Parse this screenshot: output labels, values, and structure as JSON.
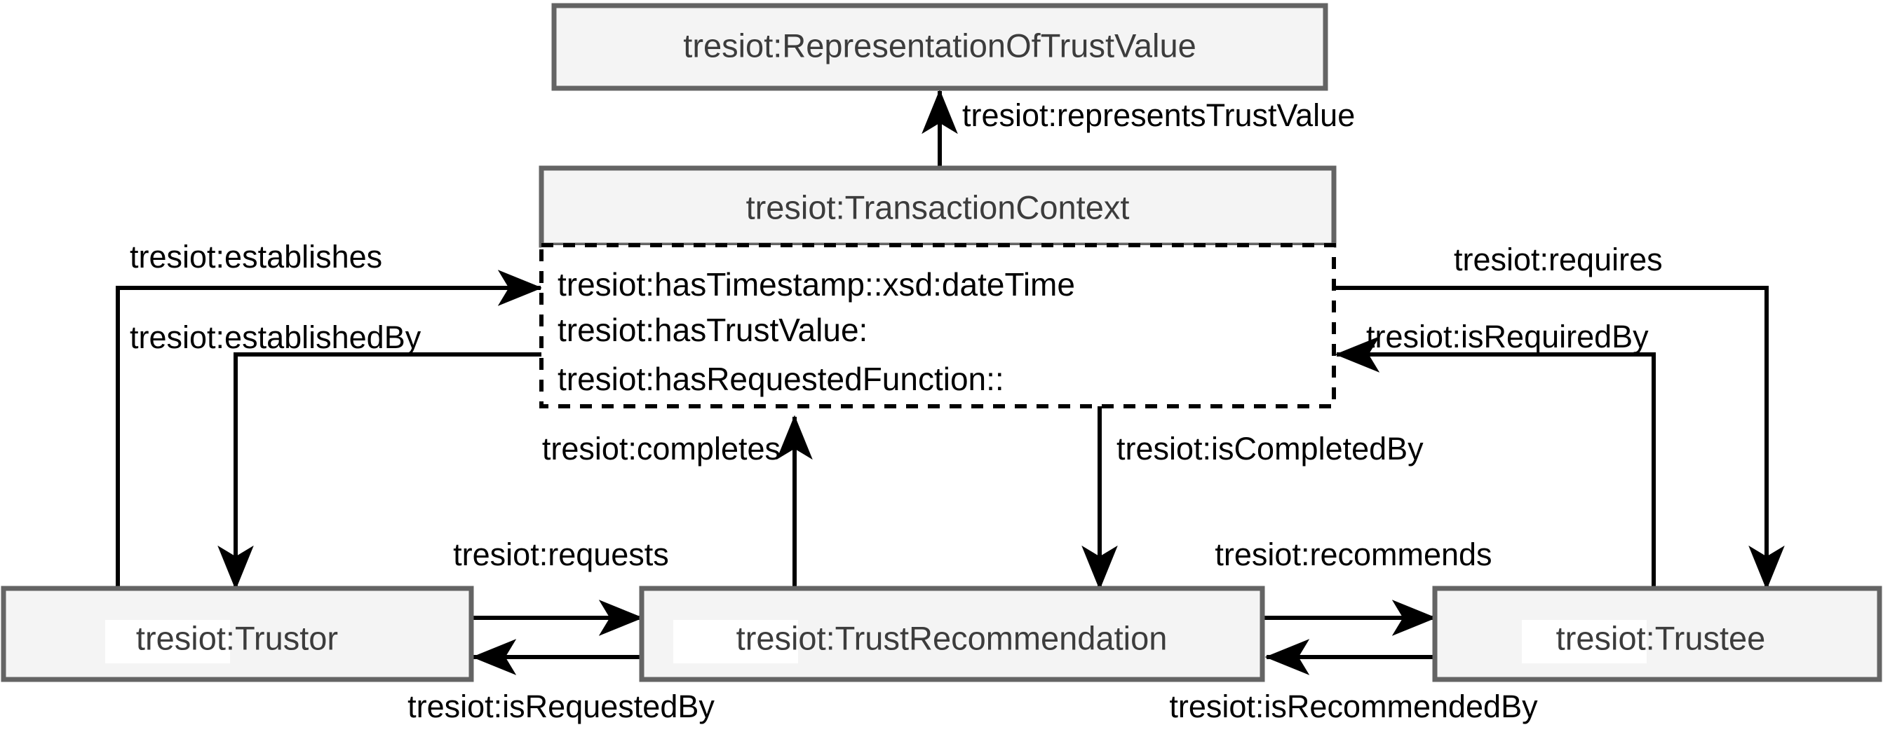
{
  "diagram": {
    "title": "tresiot trust ontology relationship diagram",
    "background_color": "#ffffff",
    "node_fill": "#f4f4f4",
    "node_border": "#646464",
    "attribute_border": "#000000",
    "text_color": "#3c3c3c",
    "edge_color": "#000000"
  },
  "nodes": {
    "representation": {
      "label": "tresiot:RepresentationOfTrustValue"
    },
    "transaction": {
      "label": "tresiot:TransactionContext"
    },
    "trustor": {
      "label": "tresiot:Trustor"
    },
    "trust_recommendation": {
      "label": "tresiot:TrustRecommendation"
    },
    "trustee": {
      "label": "tresiot:Trustee"
    }
  },
  "attributes": {
    "items": [
      {
        "label": "tresiot:hasTimestamp::xsd:dateTime"
      },
      {
        "label": "tresiot:hasTrustValue:"
      },
      {
        "label": "tresiot:hasRequestedFunction::"
      }
    ]
  },
  "edges": {
    "represents_trust_value": {
      "label": "tresiot:representsTrustValue"
    },
    "establishes": {
      "label": "tresiot:establishes"
    },
    "established_by": {
      "label": "tresiot:establishedBy"
    },
    "requires": {
      "label": "tresiot:requires"
    },
    "is_required_by": {
      "label": "tresiot:isRequiredBy"
    },
    "completes": {
      "label": "tresiot:completes"
    },
    "is_completed_by": {
      "label": "tresiot:isCompletedBy"
    },
    "requests": {
      "label": "tresiot:requests"
    },
    "is_requested_by": {
      "label": "tresiot:isRequestedBy"
    },
    "recommends": {
      "label": "tresiot:recommends"
    },
    "is_recommended_by": {
      "label": "tresiot:isRecommendedBy"
    }
  }
}
